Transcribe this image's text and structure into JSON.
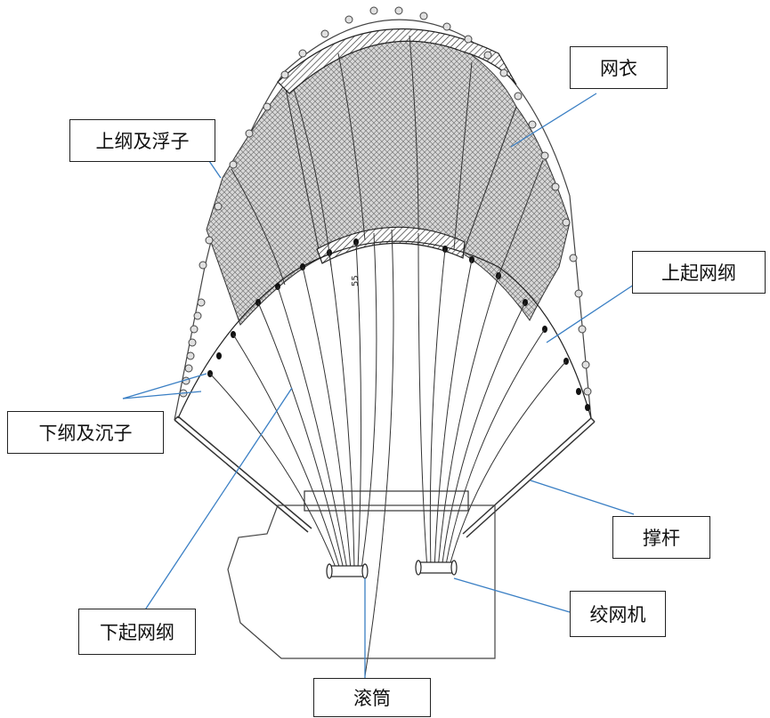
{
  "labels": {
    "net_body": "网衣",
    "headline_floats": "上纲及浮子",
    "upper_lifting_line": "上起网纲",
    "footrope_sinkers": "下纲及沉子",
    "lower_lifting_line": "下起网纲",
    "spreader_pole": "撑杆",
    "winch": "绞网机",
    "roller": "滚筒",
    "mark_number": "55"
  },
  "colors": {
    "line": "#222222",
    "leader": "#3a7fc4",
    "mesh": "#8a8a8a",
    "net_fill": "#d0d0d0"
  }
}
